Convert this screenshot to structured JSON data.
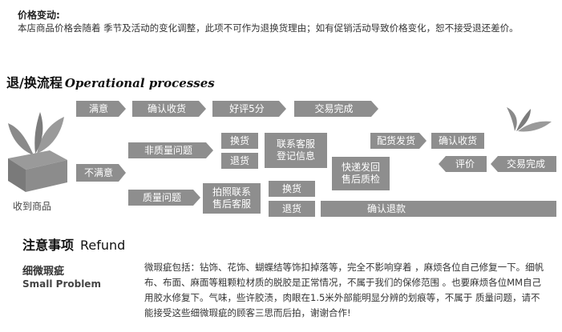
{
  "price": {
    "title": "价格变动:",
    "body": "本店商品价格会随着 季节及活动的变化调整，此项不可作为退换货理由；如有促销活动导致价格变化，恕不接受退还差价。"
  },
  "process": {
    "title_cn": "退/换流程",
    "title_en": "Operational processes",
    "received_label": "收到商品",
    "steps": {
      "satisfied": "满意",
      "confirm_receipt": "确认收货",
      "good_review": "好评5分",
      "trade_done": "交易完成",
      "non_quality": "非质量问题",
      "exchange_1": "换货",
      "return_1": "退货",
      "contact_service": "联系客服\n登记信息",
      "not_satisfied": "不满意",
      "quality_issue": "质量问题",
      "photo_contact": "拍照联系\n售后客服",
      "exchange_2": "换货",
      "return_2": "退货",
      "quick_send_back": "快递发回\n售后质检",
      "ship_goods": "配货发货",
      "confirm_receipt_2": "确认收货",
      "review": "评价",
      "trade_done_2": "交易完成",
      "confirm_refund": "确认退款"
    },
    "colors": {
      "box": "#8e8e8e",
      "icon": "#8a8a8a"
    }
  },
  "notes": {
    "title_cn": "注意事项",
    "title_en": "Refund",
    "side_cn": "细微瑕疵",
    "side_en": "Small Problem",
    "body": "微瑕疵包括：钻饰、花饰、蝴蝶结等饰扣掉落等，完全不影响穿着 ，麻烦各位自己修复一下。细帆布、布面、麻面等粗颗粒材质的脱胶是正常情况，不属于我们的保修范围 。也要麻烦各位MM自己用胶水修复下。气味，些许胶渍，肉眼在1.5米外部能明显分辨的划痕等，不属于 质量问题，请不能接受这些细微瑕疵的顾客三思而后拍，谢谢合作!"
  }
}
